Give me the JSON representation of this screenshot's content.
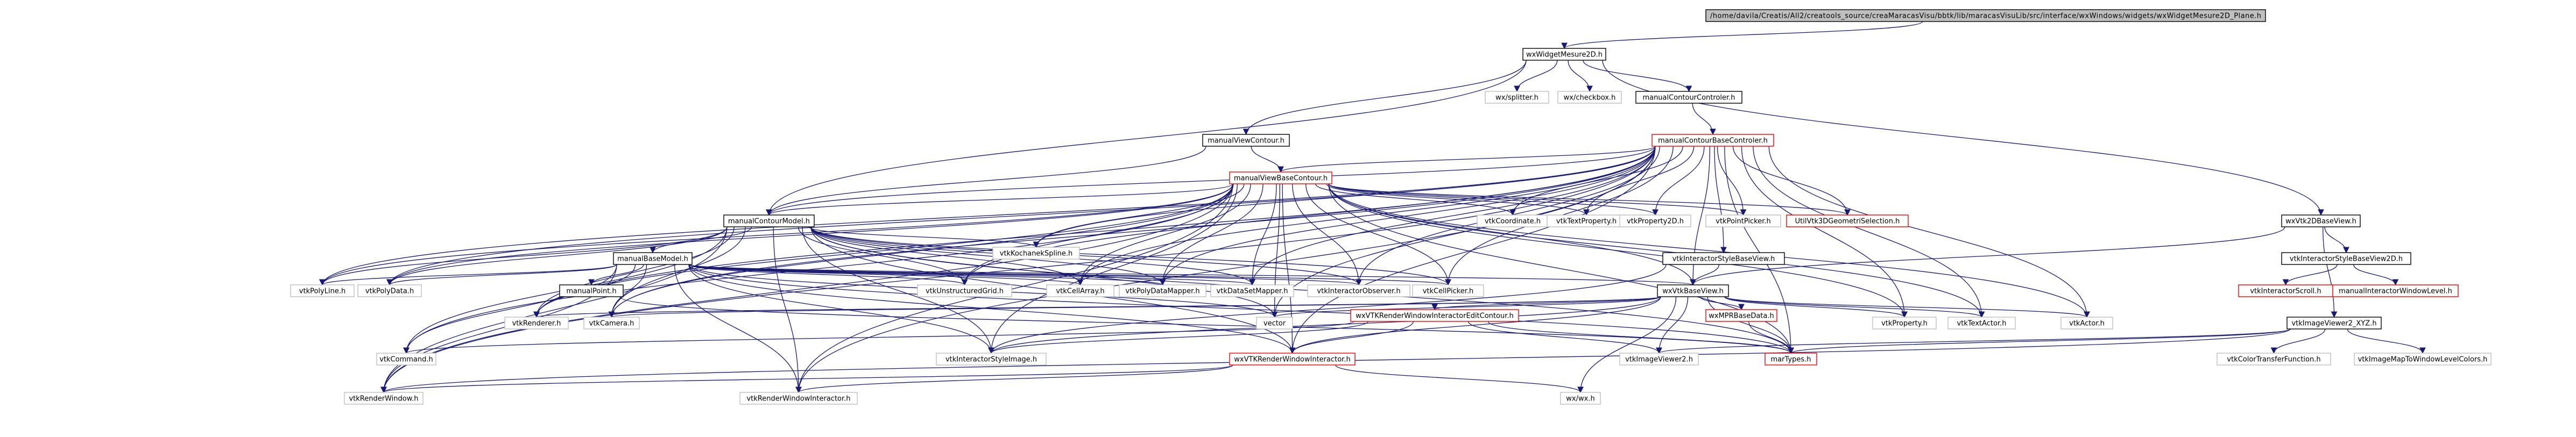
{
  "graph": {
    "title": "wxWidgetMesure2D_Plane.h include dependency graph",
    "colors": {
      "root_fill": "#bfbfbf",
      "node_fill": "#ffffff",
      "documented_border": "#000000",
      "undocumented_border": "#bfbfbf",
      "external_border": "#ff0000",
      "external_text": "#ff0000",
      "edge": "#191970"
    },
    "nodes": [
      {
        "id": "root",
        "label": "/home/davila/Creatis/All2/creatools_source/creaMaracasVisu/bbtk/lib/maracasVisuLib/src/interface/wxWindows/widgets/wxWidgetMesure2D_Plane.h",
        "kind": "root"
      },
      {
        "id": "wxWidgetMesure2D",
        "label": "wxWidgetMesure2D.h",
        "kind": "doc"
      },
      {
        "id": "wxSplitter",
        "label": "wx/splitter.h",
        "kind": "missing"
      },
      {
        "id": "wxCheckbox",
        "label": "wx/checkbox.h",
        "kind": "missing"
      },
      {
        "id": "manualContourControler",
        "label": "manualContourControler.h",
        "kind": "doc"
      },
      {
        "id": "manualViewContour",
        "label": "manualViewContour.h",
        "kind": "doc"
      },
      {
        "id": "manualContourBaseControler",
        "label": "manualContourBaseControler.h",
        "kind": "external"
      },
      {
        "id": "manualViewBaseContour",
        "label": "manualViewBaseContour.h",
        "kind": "external"
      },
      {
        "id": "wxVtk2DBaseView",
        "label": "wxVtk2DBaseView.h",
        "kind": "doc"
      },
      {
        "id": "manualContourModel",
        "label": "manualContourModel.h",
        "kind": "doc"
      },
      {
        "id": "vtkCoordinate",
        "label": "vtkCoordinate.h",
        "kind": "missing"
      },
      {
        "id": "vtkTextProperty",
        "label": "vtkTextProperty.h",
        "kind": "missing"
      },
      {
        "id": "vtkProperty2D",
        "label": "vtkProperty2D.h",
        "kind": "missing"
      },
      {
        "id": "vtkPointPicker",
        "label": "vtkPointPicker.h",
        "kind": "missing"
      },
      {
        "id": "UtilVtk3DGeometriSelection",
        "label": "UtilVtk3DGeometriSelection.h",
        "kind": "external"
      },
      {
        "id": "vtkKochanekSpline",
        "label": "vtkKochanekSpline.h",
        "kind": "missing"
      },
      {
        "id": "vtkInteractorStyleBaseView",
        "label": "vtkInteractorStyleBaseView.h",
        "kind": "doc"
      },
      {
        "id": "vtkInteractorStyleBaseView2D",
        "label": "vtkInteractorStyleBaseView2D.h",
        "kind": "doc"
      },
      {
        "id": "manualBaseModel",
        "label": "manualBaseModel.h",
        "kind": "doc"
      },
      {
        "id": "wxVtkBaseView",
        "label": "wxVtkBaseView.h",
        "kind": "doc"
      },
      {
        "id": "vtkPolyLine",
        "label": "vtkPolyLine.h",
        "kind": "missing"
      },
      {
        "id": "vtkPolyData",
        "label": "vtkPolyData.h",
        "kind": "missing"
      },
      {
        "id": "manualPoint",
        "label": "manualPoint.h",
        "kind": "doc"
      },
      {
        "id": "vtkUnstructuredGrid",
        "label": "vtkUnstructuredGrid.h",
        "kind": "missing"
      },
      {
        "id": "vtkCellArray",
        "label": "vtkCellArray.h",
        "kind": "missing"
      },
      {
        "id": "vtkPolyDataMapper",
        "label": "vtkPolyDataMapper.h",
        "kind": "missing"
      },
      {
        "id": "vtkDataSetMapper",
        "label": "vtkDataSetMapper.h",
        "kind": "missing"
      },
      {
        "id": "vtkInteractorObserver",
        "label": "vtkInteractorObserver.h",
        "kind": "missing"
      },
      {
        "id": "vtkCellPicker",
        "label": "vtkCellPicker.h",
        "kind": "missing"
      },
      {
        "id": "vtkInteractorScroll",
        "label": "vtkInteractorScroll.h",
        "kind": "external"
      },
      {
        "id": "manualInteractorWindowLevel",
        "label": "manualInteractorWindowLevel.h",
        "kind": "external"
      },
      {
        "id": "vtkRenderer",
        "label": "vtkRenderer.h",
        "kind": "missing"
      },
      {
        "id": "vtkCamera",
        "label": "vtkCamera.h",
        "kind": "missing"
      },
      {
        "id": "vector",
        "label": "vector",
        "kind": "missing"
      },
      {
        "id": "wxVTKRenderWindowInteractorEditContour",
        "label": "wxVTKRenderWindowInteractorEditContour.h",
        "kind": "external"
      },
      {
        "id": "wxMPRBaseData",
        "label": "wxMPRBaseData.h",
        "kind": "external"
      },
      {
        "id": "vtkProperty",
        "label": "vtkProperty.h",
        "kind": "missing"
      },
      {
        "id": "vtkTextActor",
        "label": "vtkTextActor.h",
        "kind": "missing"
      },
      {
        "id": "vtkActor",
        "label": "vtkActor.h",
        "kind": "missing"
      },
      {
        "id": "vtkImageViewer2_XYZ",
        "label": "vtkImageViewer2_XYZ.h",
        "kind": "doc"
      },
      {
        "id": "vtkCommand",
        "label": "vtkCommand.h",
        "kind": "missing"
      },
      {
        "id": "vtkInteractorStyleImage",
        "label": "vtkInteractorStyleImage.h",
        "kind": "missing"
      },
      {
        "id": "wxVTKRenderWindowInteractor",
        "label": "wxVTKRenderWindowInteractor.h",
        "kind": "external"
      },
      {
        "id": "vtkImageViewer2",
        "label": "vtkImageViewer2.h",
        "kind": "missing"
      },
      {
        "id": "marTypes",
        "label": "marTypes.h",
        "kind": "external"
      },
      {
        "id": "vtkColorTransferFunction",
        "label": "vtkColorTransferFunction.h",
        "kind": "missing"
      },
      {
        "id": "vtkImageMapToWindowLevelColors",
        "label": "vtkImageMapToWindowLevelColors.h",
        "kind": "missing"
      },
      {
        "id": "vtkRenderWindow",
        "label": "vtkRenderWindow.h",
        "kind": "missing"
      },
      {
        "id": "vtkRenderWindowInteractor",
        "label": "vtkRenderWindowInteractor.h",
        "kind": "missing"
      },
      {
        "id": "wxWx",
        "label": "wx/wx.h",
        "kind": "missing"
      }
    ],
    "edges": [
      [
        "root",
        "wxWidgetMesure2D"
      ],
      [
        "wxWidgetMesure2D",
        "wxSplitter"
      ],
      [
        "wxWidgetMesure2D",
        "wxCheckbox"
      ],
      [
        "wxWidgetMesure2D",
        "manualContourControler"
      ],
      [
        "wxWidgetMesure2D",
        "manualViewContour"
      ],
      [
        "wxWidgetMesure2D",
        "wxVtk2DBaseView"
      ],
      [
        "wxWidgetMesure2D",
        "manualContourModel"
      ],
      [
        "manualContourControler",
        "manualContourBaseControler"
      ],
      [
        "manualViewContour",
        "manualViewBaseContour"
      ],
      [
        "manualViewContour",
        "manualContourModel"
      ],
      [
        "manualContourBaseControler",
        "manualViewBaseContour"
      ],
      [
        "manualContourBaseControler",
        "manualContourModel"
      ],
      [
        "manualContourBaseControler",
        "vtkCoordinate"
      ],
      [
        "manualContourBaseControler",
        "vtkTextProperty"
      ],
      [
        "manualContourBaseControler",
        "vtkProperty2D"
      ],
      [
        "manualContourBaseControler",
        "vtkPointPicker"
      ],
      [
        "manualContourBaseControler",
        "UtilVtk3DGeometriSelection"
      ],
      [
        "manualContourBaseControler",
        "vtkKochanekSpline"
      ],
      [
        "manualContourBaseControler",
        "vtkInteractorStyleBaseView"
      ],
      [
        "manualContourBaseControler",
        "wxVtkBaseView"
      ],
      [
        "manualContourBaseControler",
        "vtkPolyLine"
      ],
      [
        "manualContourBaseControler",
        "vtkPolyData"
      ],
      [
        "manualContourBaseControler",
        "vtkUnstructuredGrid"
      ],
      [
        "manualContourBaseControler",
        "vtkCellArray"
      ],
      [
        "manualContourBaseControler",
        "vtkPolyDataMapper"
      ],
      [
        "manualContourBaseControler",
        "vtkDataSetMapper"
      ],
      [
        "manualContourBaseControler",
        "vtkInteractorObserver"
      ],
      [
        "manualContourBaseControler",
        "vtkCellPicker"
      ],
      [
        "manualContourBaseControler",
        "vtkRenderer"
      ],
      [
        "manualContourBaseControler",
        "vtkCamera"
      ],
      [
        "manualContourBaseControler",
        "vector"
      ],
      [
        "manualContourBaseControler",
        "vtkProperty"
      ],
      [
        "manualContourBaseControler",
        "vtkTextActor"
      ],
      [
        "manualContourBaseControler",
        "vtkActor"
      ],
      [
        "manualContourBaseControler",
        "marTypes"
      ],
      [
        "manualContourBaseControler",
        "vtkRenderWindow"
      ],
      [
        "manualContourBaseControler",
        "vtkRenderWindowInteractor"
      ],
      [
        "manualContourBaseControler",
        "wxVTKRenderWindowInteractor"
      ],
      [
        "manualViewBaseContour",
        "manualContourModel"
      ],
      [
        "manualViewBaseContour",
        "vtkCoordinate"
      ],
      [
        "manualViewBaseContour",
        "vtkTextProperty"
      ],
      [
        "manualViewBaseContour",
        "vtkProperty2D"
      ],
      [
        "manualViewBaseContour",
        "vtkPointPicker"
      ],
      [
        "manualViewBaseContour",
        "UtilVtk3DGeometriSelection"
      ],
      [
        "manualViewBaseContour",
        "vtkKochanekSpline"
      ],
      [
        "manualViewBaseContour",
        "wxVtkBaseView"
      ],
      [
        "manualViewBaseContour",
        "vtkPolyLine"
      ],
      [
        "manualViewBaseContour",
        "vtkPolyData"
      ],
      [
        "manualViewBaseContour",
        "vtkUnstructuredGrid"
      ],
      [
        "manualViewBaseContour",
        "vtkCellArray"
      ],
      [
        "manualViewBaseContour",
        "vtkPolyDataMapper"
      ],
      [
        "manualViewBaseContour",
        "vtkDataSetMapper"
      ],
      [
        "manualViewBaseContour",
        "vtkInteractorObserver"
      ],
      [
        "manualViewBaseContour",
        "vtkCellPicker"
      ],
      [
        "manualViewBaseContour",
        "vtkRenderer"
      ],
      [
        "manualViewBaseContour",
        "vtkCamera"
      ],
      [
        "manualViewBaseContour",
        "vector"
      ],
      [
        "manualViewBaseContour",
        "vtkProperty"
      ],
      [
        "manualViewBaseContour",
        "vtkTextActor"
      ],
      [
        "manualViewBaseContour",
        "vtkActor"
      ],
      [
        "manualViewBaseContour",
        "vtkCommand"
      ],
      [
        "manualViewBaseContour",
        "vtkInteractorStyleImage"
      ],
      [
        "manualViewBaseContour",
        "wxVTKRenderWindowInteractor"
      ],
      [
        "manualViewBaseContour",
        "vtkRenderWindow"
      ],
      [
        "manualViewBaseContour",
        "vtkRenderWindowInteractor"
      ],
      [
        "manualViewBaseContour",
        "marTypes"
      ],
      [
        "wxVtk2DBaseView",
        "vtkInteractorStyleBaseView2D"
      ],
      [
        "wxVtk2DBaseView",
        "wxVtkBaseView"
      ],
      [
        "wxVtk2DBaseView",
        "vtkImageViewer2_XYZ"
      ],
      [
        "vtkInteractorStyleBaseView",
        "wxVtkBaseView"
      ],
      [
        "vtkInteractorStyleBaseView",
        "vtkInteractorStyleImage"
      ],
      [
        "vtkInteractorStyleBaseView2D",
        "vtkInteractorScroll"
      ],
      [
        "vtkInteractorStyleBaseView2D",
        "manualInteractorWindowLevel"
      ],
      [
        "manualContourModel",
        "manualBaseModel"
      ],
      [
        "manualContourModel",
        "vtkKochanekSpline"
      ],
      [
        "manualContourModel",
        "vtkPolyLine"
      ],
      [
        "manualContourModel",
        "vtkPolyData"
      ],
      [
        "manualContourModel",
        "vtkUnstructuredGrid"
      ],
      [
        "manualContourModel",
        "vtkCellArray"
      ],
      [
        "manualContourModel",
        "vtkPolyDataMapper"
      ],
      [
        "manualContourModel",
        "vtkDataSetMapper"
      ],
      [
        "manualContourModel",
        "vtkInteractorObserver"
      ],
      [
        "manualContourModel",
        "vtkCellPicker"
      ],
      [
        "manualContourModel",
        "vtkRenderer"
      ],
      [
        "manualContourModel",
        "vtkCamera"
      ],
      [
        "manualContourModel",
        "vector"
      ],
      [
        "manualContourModel",
        "vtkCommand"
      ],
      [
        "manualContourModel",
        "vtkInteractorStyleImage"
      ],
      [
        "manualContourModel",
        "wxVTKRenderWindowInteractor"
      ],
      [
        "manualContourModel",
        "vtkRenderWindow"
      ],
      [
        "manualContourModel",
        "vtkRenderWindowInteractor"
      ],
      [
        "manualContourModel",
        "marTypes"
      ],
      [
        "manualBaseModel",
        "manualPoint"
      ],
      [
        "manualBaseModel",
        "vtkPolyLine"
      ],
      [
        "manualBaseModel",
        "vtkPolyData"
      ],
      [
        "manualBaseModel",
        "vtkUnstructuredGrid"
      ],
      [
        "manualBaseModel",
        "vtkCellArray"
      ],
      [
        "manualBaseModel",
        "vtkPolyDataMapper"
      ],
      [
        "manualBaseModel",
        "vtkDataSetMapper"
      ],
      [
        "manualBaseModel",
        "vtkInteractorObserver"
      ],
      [
        "manualBaseModel",
        "vtkCellPicker"
      ],
      [
        "manualBaseModel",
        "vtkRenderer"
      ],
      [
        "manualBaseModel",
        "vtkCamera"
      ],
      [
        "manualBaseModel",
        "vector"
      ],
      [
        "manualBaseModel",
        "vtkCommand"
      ],
      [
        "manualBaseModel",
        "vtkInteractorStyleImage"
      ],
      [
        "manualBaseModel",
        "wxVTKRenderWindowInteractor"
      ],
      [
        "manualBaseModel",
        "vtkRenderWindow"
      ],
      [
        "manualBaseModel",
        "vtkRenderWindowInteractor"
      ],
      [
        "manualBaseModel",
        "wxVtkBaseView"
      ],
      [
        "manualBaseModel",
        "marTypes"
      ],
      [
        "manualPoint",
        "marTypes"
      ],
      [
        "wxVtkBaseView",
        "vtkRenderer"
      ],
      [
        "wxVtkBaseView",
        "vtkCamera"
      ],
      [
        "wxVtkBaseView",
        "vector"
      ],
      [
        "wxVtkBaseView",
        "wxVTKRenderWindowInteractorEditContour"
      ],
      [
        "wxVtkBaseView",
        "wxMPRBaseData"
      ],
      [
        "wxVtkBaseView",
        "vtkProperty"
      ],
      [
        "wxVtkBaseView",
        "vtkTextActor"
      ],
      [
        "wxVtkBaseView",
        "vtkActor"
      ],
      [
        "wxVtkBaseView",
        "vtkImageViewer2"
      ],
      [
        "wxVtkBaseView",
        "marTypes"
      ],
      [
        "wxVtkBaseView",
        "wxVTKRenderWindowInteractor"
      ],
      [
        "wxVtkBaseView",
        "vtkInteractorStyleImage"
      ],
      [
        "wxVtkBaseView",
        "wxWx"
      ],
      [
        "wxVTKRenderWindowInteractorEditContour",
        "wxVTKRenderWindowInteractor"
      ],
      [
        "wxVTKRenderWindowInteractorEditContour",
        "vtkImageViewer2"
      ],
      [
        "wxVTKRenderWindowInteractorEditContour",
        "vtkCommand"
      ],
      [
        "wxVTKRenderWindowInteractorEditContour",
        "vtkInteractorStyleImage"
      ],
      [
        "wxVTKRenderWindowInteractorEditContour",
        "marTypes"
      ],
      [
        "wxMPRBaseData",
        "marTypes"
      ],
      [
        "vtkImageViewer2_XYZ",
        "vtkImageViewer2"
      ],
      [
        "vtkImageViewer2_XYZ",
        "marTypes"
      ],
      [
        "vtkImageViewer2_XYZ",
        "vtkColorTransferFunction"
      ],
      [
        "vtkImageViewer2_XYZ",
        "vtkImageMapToWindowLevelColors"
      ],
      [
        "vtkImageViewer2_XYZ",
        "vtkRenderWindow"
      ],
      [
        "wxVTKRenderWindowInteractor",
        "vtkRenderWindow"
      ],
      [
        "wxVTKRenderWindowInteractor",
        "vtkRenderWindowInteractor"
      ],
      [
        "wxVTKRenderWindowInteractor",
        "wxWx"
      ]
    ]
  }
}
